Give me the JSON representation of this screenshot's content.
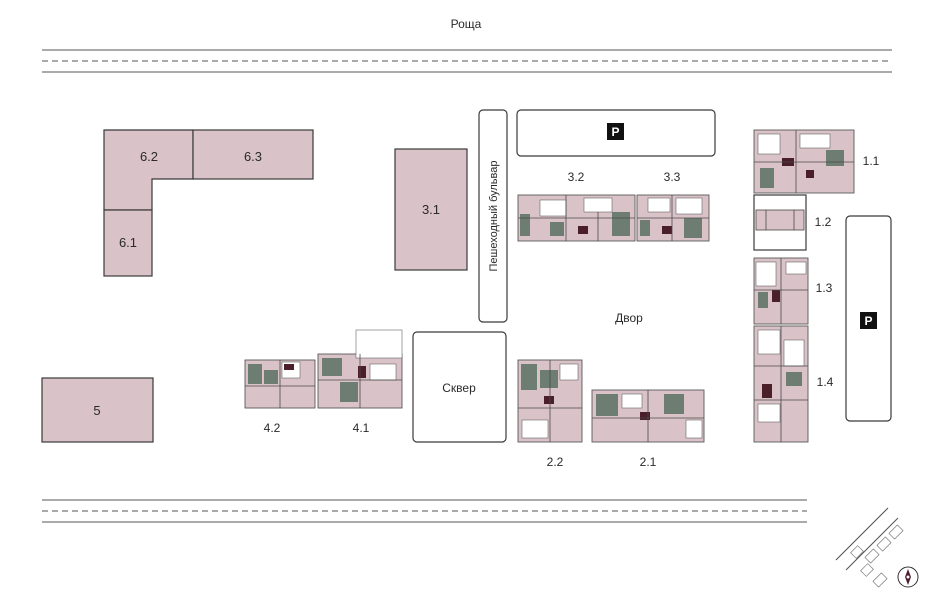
{
  "labels": {
    "grove": "Роща",
    "boulevard": "Пешеходный бульвар",
    "yard": "Двор",
    "square": "Сквер",
    "parking": "P"
  },
  "buildings": {
    "b62": "6.2",
    "b63": "6.3",
    "b61": "6.1",
    "b31": "3.1",
    "b5": "5",
    "b32": "3.2",
    "b33": "3.3",
    "b11": "1.1",
    "b12": "1.2",
    "b13": "1.3",
    "b14": "1.4",
    "b42": "4.2",
    "b41": "4.1",
    "b22": "2.2",
    "b21": "2.1"
  },
  "colors": {
    "building_fill": "#d9c2c8",
    "outline": "#3a3a3a",
    "accent_dark": "#4a1f2a",
    "greenery": "#6d7d72"
  },
  "icons": {
    "compass": "compass-icon",
    "parking": "parking-icon"
  }
}
